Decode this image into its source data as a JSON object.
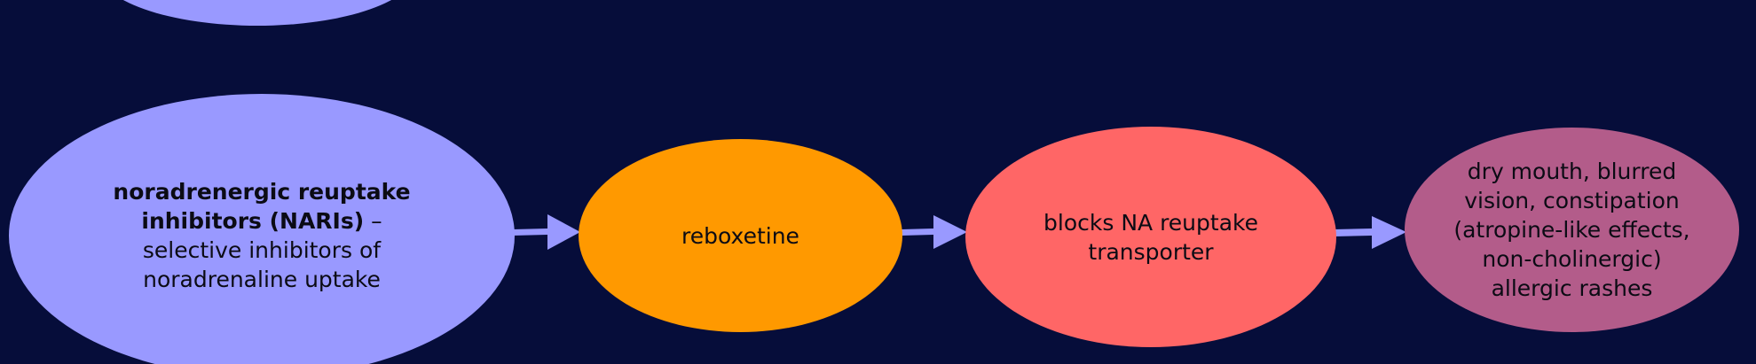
{
  "colors": {
    "background": "#060d3a",
    "class_node": "#9999ff",
    "drug_node": "#ff9900",
    "mechanism_node": "#ff6666",
    "effects_node": "#b35c8a",
    "arrow": "#9999ff"
  },
  "nodes": {
    "class": {
      "title_bold": "noradrenergic reuptake inhibitors (NARIs)",
      "title_suffix": " –",
      "description": "selective inhibitors of noradrenaline uptake"
    },
    "drug": {
      "label": "reboxetine"
    },
    "mechanism": {
      "label": "blocks NA reuptake transporter"
    },
    "effects": {
      "line1": "dry mouth, blurred vision, constipation (atropine-like effects, non-cholinergic)",
      "line2": "allergic rashes"
    }
  }
}
